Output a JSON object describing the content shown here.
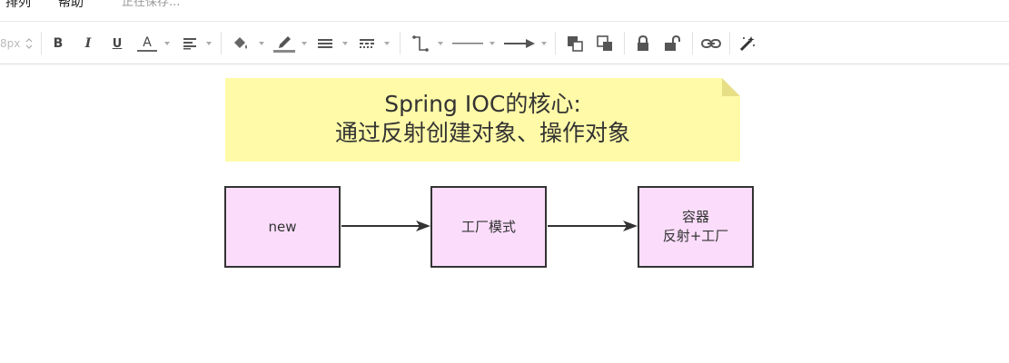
{
  "menu": {
    "items": [
      "排列",
      "帮助"
    ],
    "status": "正在保存..."
  },
  "toolbar": {
    "font_size_value": "8px",
    "bold": "B",
    "italic": "I",
    "underline": "U",
    "font_color": "A"
  },
  "canvas": {
    "note": {
      "line1": "Spring IOC的核心:",
      "line2": "通过反射创建对象、操作对象"
    },
    "boxes": [
      {
        "lines": [
          "new"
        ]
      },
      {
        "lines": [
          "工厂模式"
        ]
      },
      {
        "lines": [
          "容器",
          "反射+工厂"
        ]
      }
    ]
  },
  "colors": {
    "note_fill": "#fffaa8",
    "box_fill": "#fbddfb",
    "box_border": "#333333",
    "arrow": "#333333"
  }
}
